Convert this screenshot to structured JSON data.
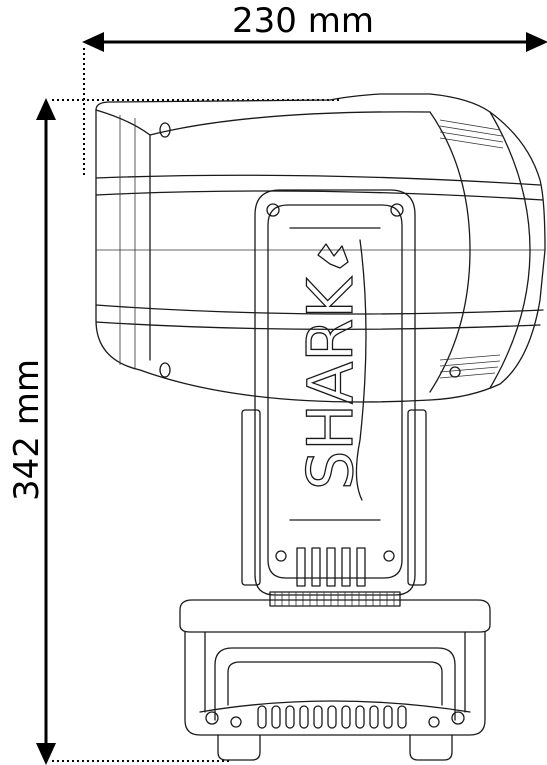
{
  "dimensions": {
    "width_label": "230 mm",
    "height_label": "342 mm"
  },
  "product": {
    "logo_text": "SHARK"
  }
}
